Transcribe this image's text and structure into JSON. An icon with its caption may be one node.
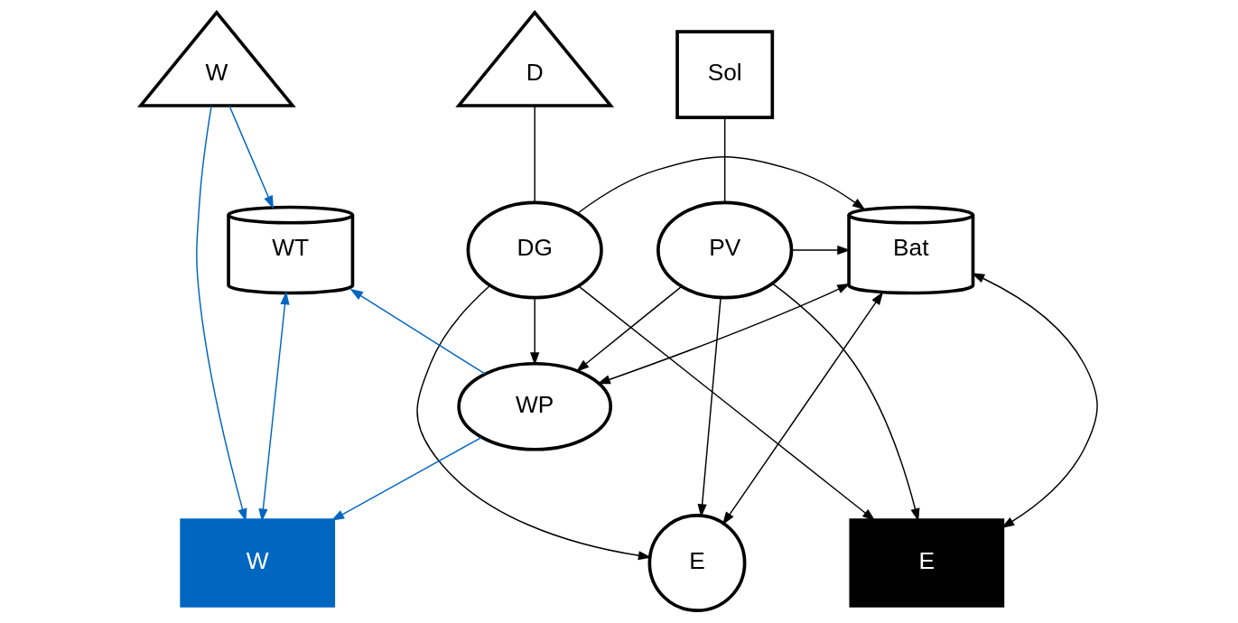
{
  "diagram": {
    "nodes": [
      {
        "text": [
          "D"
        ]
      },
      {
        "text": [
          "Sol"
        ]
      },
      {
        "text": [
          "W"
        ]
      },
      {
        "text": [
          "Bat"
        ]
      },
      {
        "text": [
          "DG"
        ]
      },
      {
        "text": [
          "PV"
        ]
      },
      {
        "text": [
          "WT"
        ]
      },
      {
        "text": [
          "WP"
        ]
      },
      {
        "text": [
          "E"
        ]
      },
      {
        "text": [
          "E"
        ]
      },
      {
        "text": [
          "W"
        ]
      }
    ],
    "edges": [
      {
        "from": 0,
        "to": 4,
        "arrow": "none"
      },
      {
        "from": 1,
        "to": 5,
        "arrow": "none"
      },
      {
        "from": 4,
        "to": 3,
        "arrow": "to"
      },
      {
        "from": 4,
        "to": 7,
        "arrow": "to"
      },
      {
        "from": 4,
        "to": 8,
        "arrow": "to"
      },
      {
        "from": 4,
        "to": 9,
        "arrow": "to"
      },
      {
        "from": 5,
        "to": 3,
        "arrow": "to"
      },
      {
        "from": 5,
        "to": 7,
        "arrow": "to"
      },
      {
        "from": 5,
        "to": 8,
        "arrow": "to"
      },
      {
        "from": 5,
        "to": 9,
        "arrow": "to"
      },
      {
        "from": 3,
        "to": 7,
        "arrow": "both"
      },
      {
        "from": 3,
        "to": 8,
        "arrow": "both"
      },
      {
        "from": 3,
        "to": 9,
        "arrow": "both"
      },
      {
        "from": 7,
        "to": 10,
        "arrow": "to",
        "color": "#0066c0"
      },
      {
        "from": 7,
        "to": 6,
        "arrow": "to",
        "color": "#0066c0"
      },
      {
        "from": 2,
        "to": 10,
        "arrow": "to",
        "color": "#0066c0"
      },
      {
        "from": 2,
        "to": 6,
        "arrow": "to",
        "color": "#0066c0"
      },
      {
        "from": 6,
        "to": 10,
        "arrow": "both",
        "color": "#0066c0"
      }
    ]
  }
}
